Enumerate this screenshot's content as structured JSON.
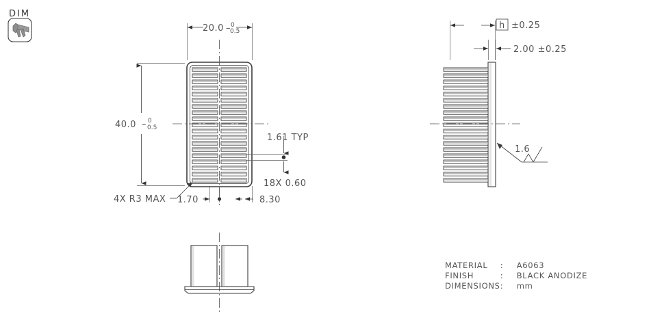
{
  "badge": {
    "label": "DIM",
    "icon": "caliper-icon"
  },
  "front_view": {
    "width_dim": {
      "value": "20.0",
      "tol_upper": "0",
      "tol_lower": "0.5",
      "tol_sign": "–"
    },
    "height_dim": {
      "value": "40.0",
      "tol_upper": "0",
      "tol_lower": "0.5",
      "tol_sign": "–"
    },
    "corner_radius_note": "4X R3 MAX",
    "edge_dim": "1.70",
    "offset_dim": "8.30",
    "fin_pitch_note": "1.61 TYP",
    "fin_thickness_note": "18X 0.60",
    "fin_rows": 19
  },
  "side_view": {
    "overall_dim_symbol": "h",
    "overall_dim_tol": "±0.25",
    "base_dim": "2.00 ±0.25",
    "surface_finish": "1.6",
    "fin_rows": 19
  },
  "notes": {
    "rows": [
      {
        "label": "MATERIAL",
        "sep": ":",
        "value": "A6063"
      },
      {
        "label": "FINISH",
        "sep": ":",
        "value": "BLACK ANODIZE"
      },
      {
        "label": "DIMENSIONS",
        "sep": ":",
        "value": "mm"
      }
    ]
  },
  "colors": {
    "line": "#3d3d3d",
    "text": "#555555",
    "shade": "#b9b9b9",
    "background": "#ffffff"
  }
}
